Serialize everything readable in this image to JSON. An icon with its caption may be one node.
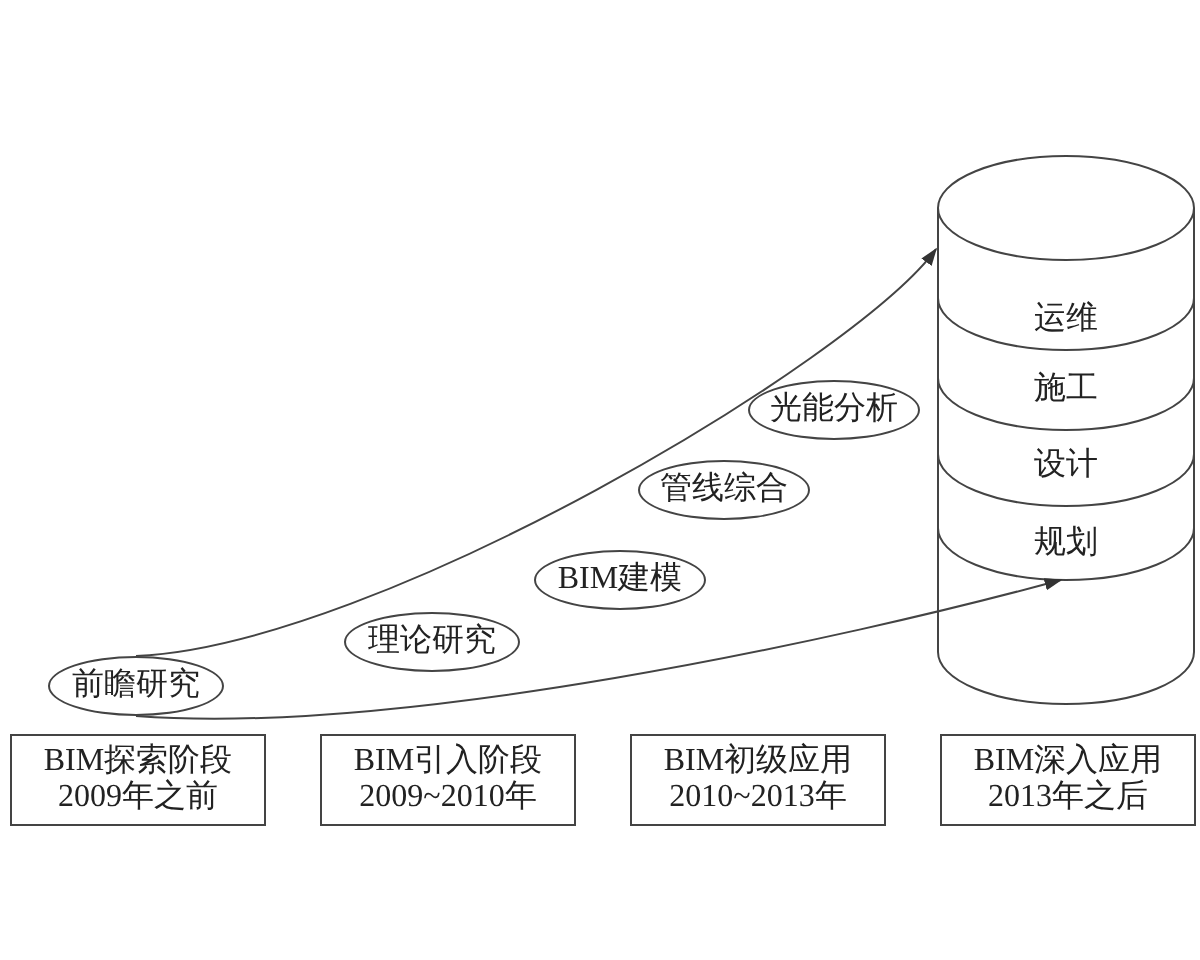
{
  "diagram": {
    "nodes": [
      {
        "text": [
          "前瞻研究"
        ]
      },
      {
        "text": [
          "理论研究"
        ]
      },
      {
        "text": [
          "BIM建模"
        ]
      },
      {
        "text": [
          "管线综合"
        ]
      },
      {
        "text": [
          "光能分析"
        ]
      },
      {
        "text": [],
        "shape": "cylinder"
      },
      {
        "text": [
          "运维"
        ],
        "in": 5
      },
      {
        "text": [
          "施工"
        ],
        "in": 5
      },
      {
        "text": [
          "设计"
        ],
        "in": 5
      },
      {
        "text": [
          "规划"
        ],
        "in": 5
      },
      {
        "text": [
          "BIM探索阶段",
          "2009年之前"
        ]
      },
      {
        "text": [
          "BIM引入阶段",
          "2009~2010年"
        ]
      },
      {
        "text": [
          "BIM初级应用",
          "2010~2013年"
        ]
      },
      {
        "text": [
          "BIM深入应用",
          "2013年之后"
        ]
      }
    ],
    "edges": [
      {
        "from": 0,
        "to": 5,
        "arrow": "to"
      },
      {
        "from": 0,
        "to": 9,
        "arrow": "to"
      }
    ]
  }
}
